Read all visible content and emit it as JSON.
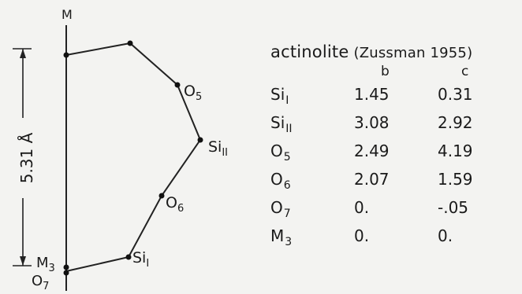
{
  "diagram": {
    "axis_label": "M",
    "distance_label": "5.31 Å",
    "atoms": {
      "O5": {
        "main": "O",
        "sub": "5"
      },
      "SiII": {
        "main": "Si",
        "sub": "II"
      },
      "O6": {
        "main": "O",
        "sub": "6"
      },
      "SiI": {
        "main": "Si",
        "sub": "I"
      },
      "M3": {
        "main": "M",
        "sub": "3"
      },
      "O7": {
        "main": "O",
        "sub": "7"
      }
    }
  },
  "table": {
    "title": "actinolite",
    "author": "(Zussman 1955)",
    "columns": [
      "b",
      "c"
    ],
    "rows": [
      {
        "atom": "Si",
        "sub": "I",
        "b": "1.45",
        "c": "0.31"
      },
      {
        "atom": "Si",
        "sub": "II",
        "b": "3.08",
        "c": "2.92"
      },
      {
        "atom": "O",
        "sub": "5",
        "b": "2.49",
        "c": "4.19"
      },
      {
        "atom": "O",
        "sub": "6",
        "b": "2.07",
        "c": "1.59"
      },
      {
        "atom": "O",
        "sub": "7",
        "b": "0.",
        "c": "-.05"
      },
      {
        "atom": "M",
        "sub": "3",
        "b": "0.",
        "c": "0."
      }
    ]
  }
}
